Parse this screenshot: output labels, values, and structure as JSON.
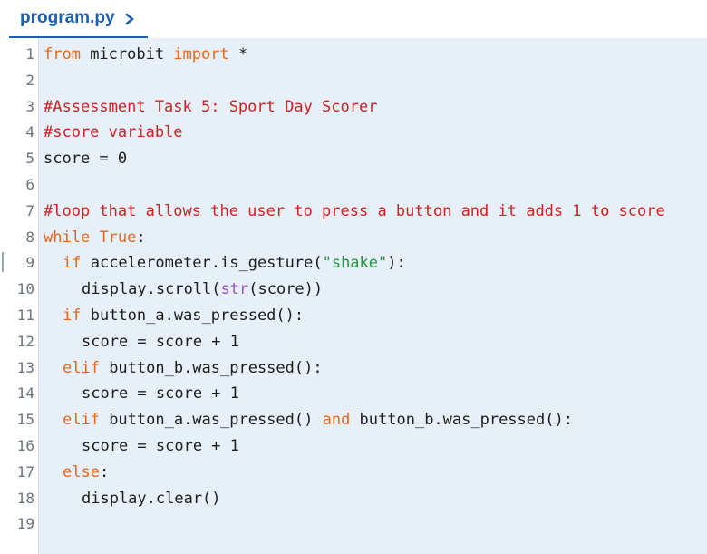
{
  "tab": {
    "label": "program.py",
    "chevron_icon": "chevron-right-icon"
  },
  "colors": {
    "accent": "#1a5fb4",
    "keyword": "#e8661a",
    "comment": "#d42020",
    "string": "#1f9a3a",
    "builtin": "#9b4fd0",
    "editor_bg": "#e7f0f8"
  },
  "code": {
    "lines": [
      {
        "num": "1",
        "indent": 0,
        "tokens": [
          {
            "t": "from",
            "c": "kw"
          },
          {
            "t": " microbit ",
            "c": ""
          },
          {
            "t": "import",
            "c": "kw"
          },
          {
            "t": " *",
            "c": ""
          }
        ]
      },
      {
        "num": "2",
        "indent": 0,
        "tokens": []
      },
      {
        "num": "3",
        "indent": 0,
        "tokens": [
          {
            "t": "#Assessment Task 5: Sport Day Scorer",
            "c": "cm"
          }
        ]
      },
      {
        "num": "4",
        "indent": 0,
        "tokens": [
          {
            "t": "#score variable",
            "c": "cm"
          }
        ]
      },
      {
        "num": "5",
        "indent": 0,
        "tokens": [
          {
            "t": "score = 0",
            "c": ""
          }
        ]
      },
      {
        "num": "6",
        "indent": 0,
        "tokens": []
      },
      {
        "num": "7",
        "indent": 0,
        "tokens": [
          {
            "t": "#loop that allows the user to press a button and it adds 1 to score",
            "c": "cm"
          }
        ]
      },
      {
        "num": "8",
        "indent": 0,
        "tokens": [
          {
            "t": "while",
            "c": "kw"
          },
          {
            "t": " ",
            "c": ""
          },
          {
            "t": "True",
            "c": "kw"
          },
          {
            "t": ":",
            "c": ""
          }
        ]
      },
      {
        "num": "9",
        "indent": 1,
        "tokens": [
          {
            "t": "if",
            "c": "kw"
          },
          {
            "t": " accelerometer.is_gesture(",
            "c": ""
          },
          {
            "t": "\"shake\"",
            "c": "st"
          },
          {
            "t": "):",
            "c": ""
          }
        ]
      },
      {
        "num": "10",
        "indent": 2,
        "tokens": [
          {
            "t": "display.scroll(",
            "c": ""
          },
          {
            "t": "str",
            "c": "bi"
          },
          {
            "t": "(score))",
            "c": ""
          }
        ]
      },
      {
        "num": "11",
        "indent": 1,
        "tokens": [
          {
            "t": "if",
            "c": "kw"
          },
          {
            "t": " button_a.was_pressed():",
            "c": ""
          }
        ]
      },
      {
        "num": "12",
        "indent": 2,
        "tokens": [
          {
            "t": "score = score + 1",
            "c": ""
          }
        ]
      },
      {
        "num": "13",
        "indent": 1,
        "tokens": [
          {
            "t": "elif",
            "c": "kw"
          },
          {
            "t": " button_b.was_pressed():",
            "c": ""
          }
        ]
      },
      {
        "num": "14",
        "indent": 2,
        "tokens": [
          {
            "t": "score = score + 1",
            "c": ""
          }
        ]
      },
      {
        "num": "15",
        "indent": 1,
        "tokens": [
          {
            "t": "elif",
            "c": "kw"
          },
          {
            "t": " button_a.was_pressed() ",
            "c": ""
          },
          {
            "t": "and",
            "c": "kw"
          },
          {
            "t": " button_b.was_pressed():",
            "c": ""
          }
        ]
      },
      {
        "num": "16",
        "indent": 2,
        "tokens": [
          {
            "t": "score = score + 1",
            "c": ""
          }
        ]
      },
      {
        "num": "17",
        "indent": 1,
        "tokens": [
          {
            "t": "else",
            "c": "kw"
          },
          {
            "t": ":",
            "c": ""
          }
        ]
      },
      {
        "num": "18",
        "indent": 2,
        "tokens": [
          {
            "t": "display.clear()",
            "c": ""
          }
        ]
      },
      {
        "num": "19",
        "indent": 0,
        "tokens": []
      }
    ]
  }
}
